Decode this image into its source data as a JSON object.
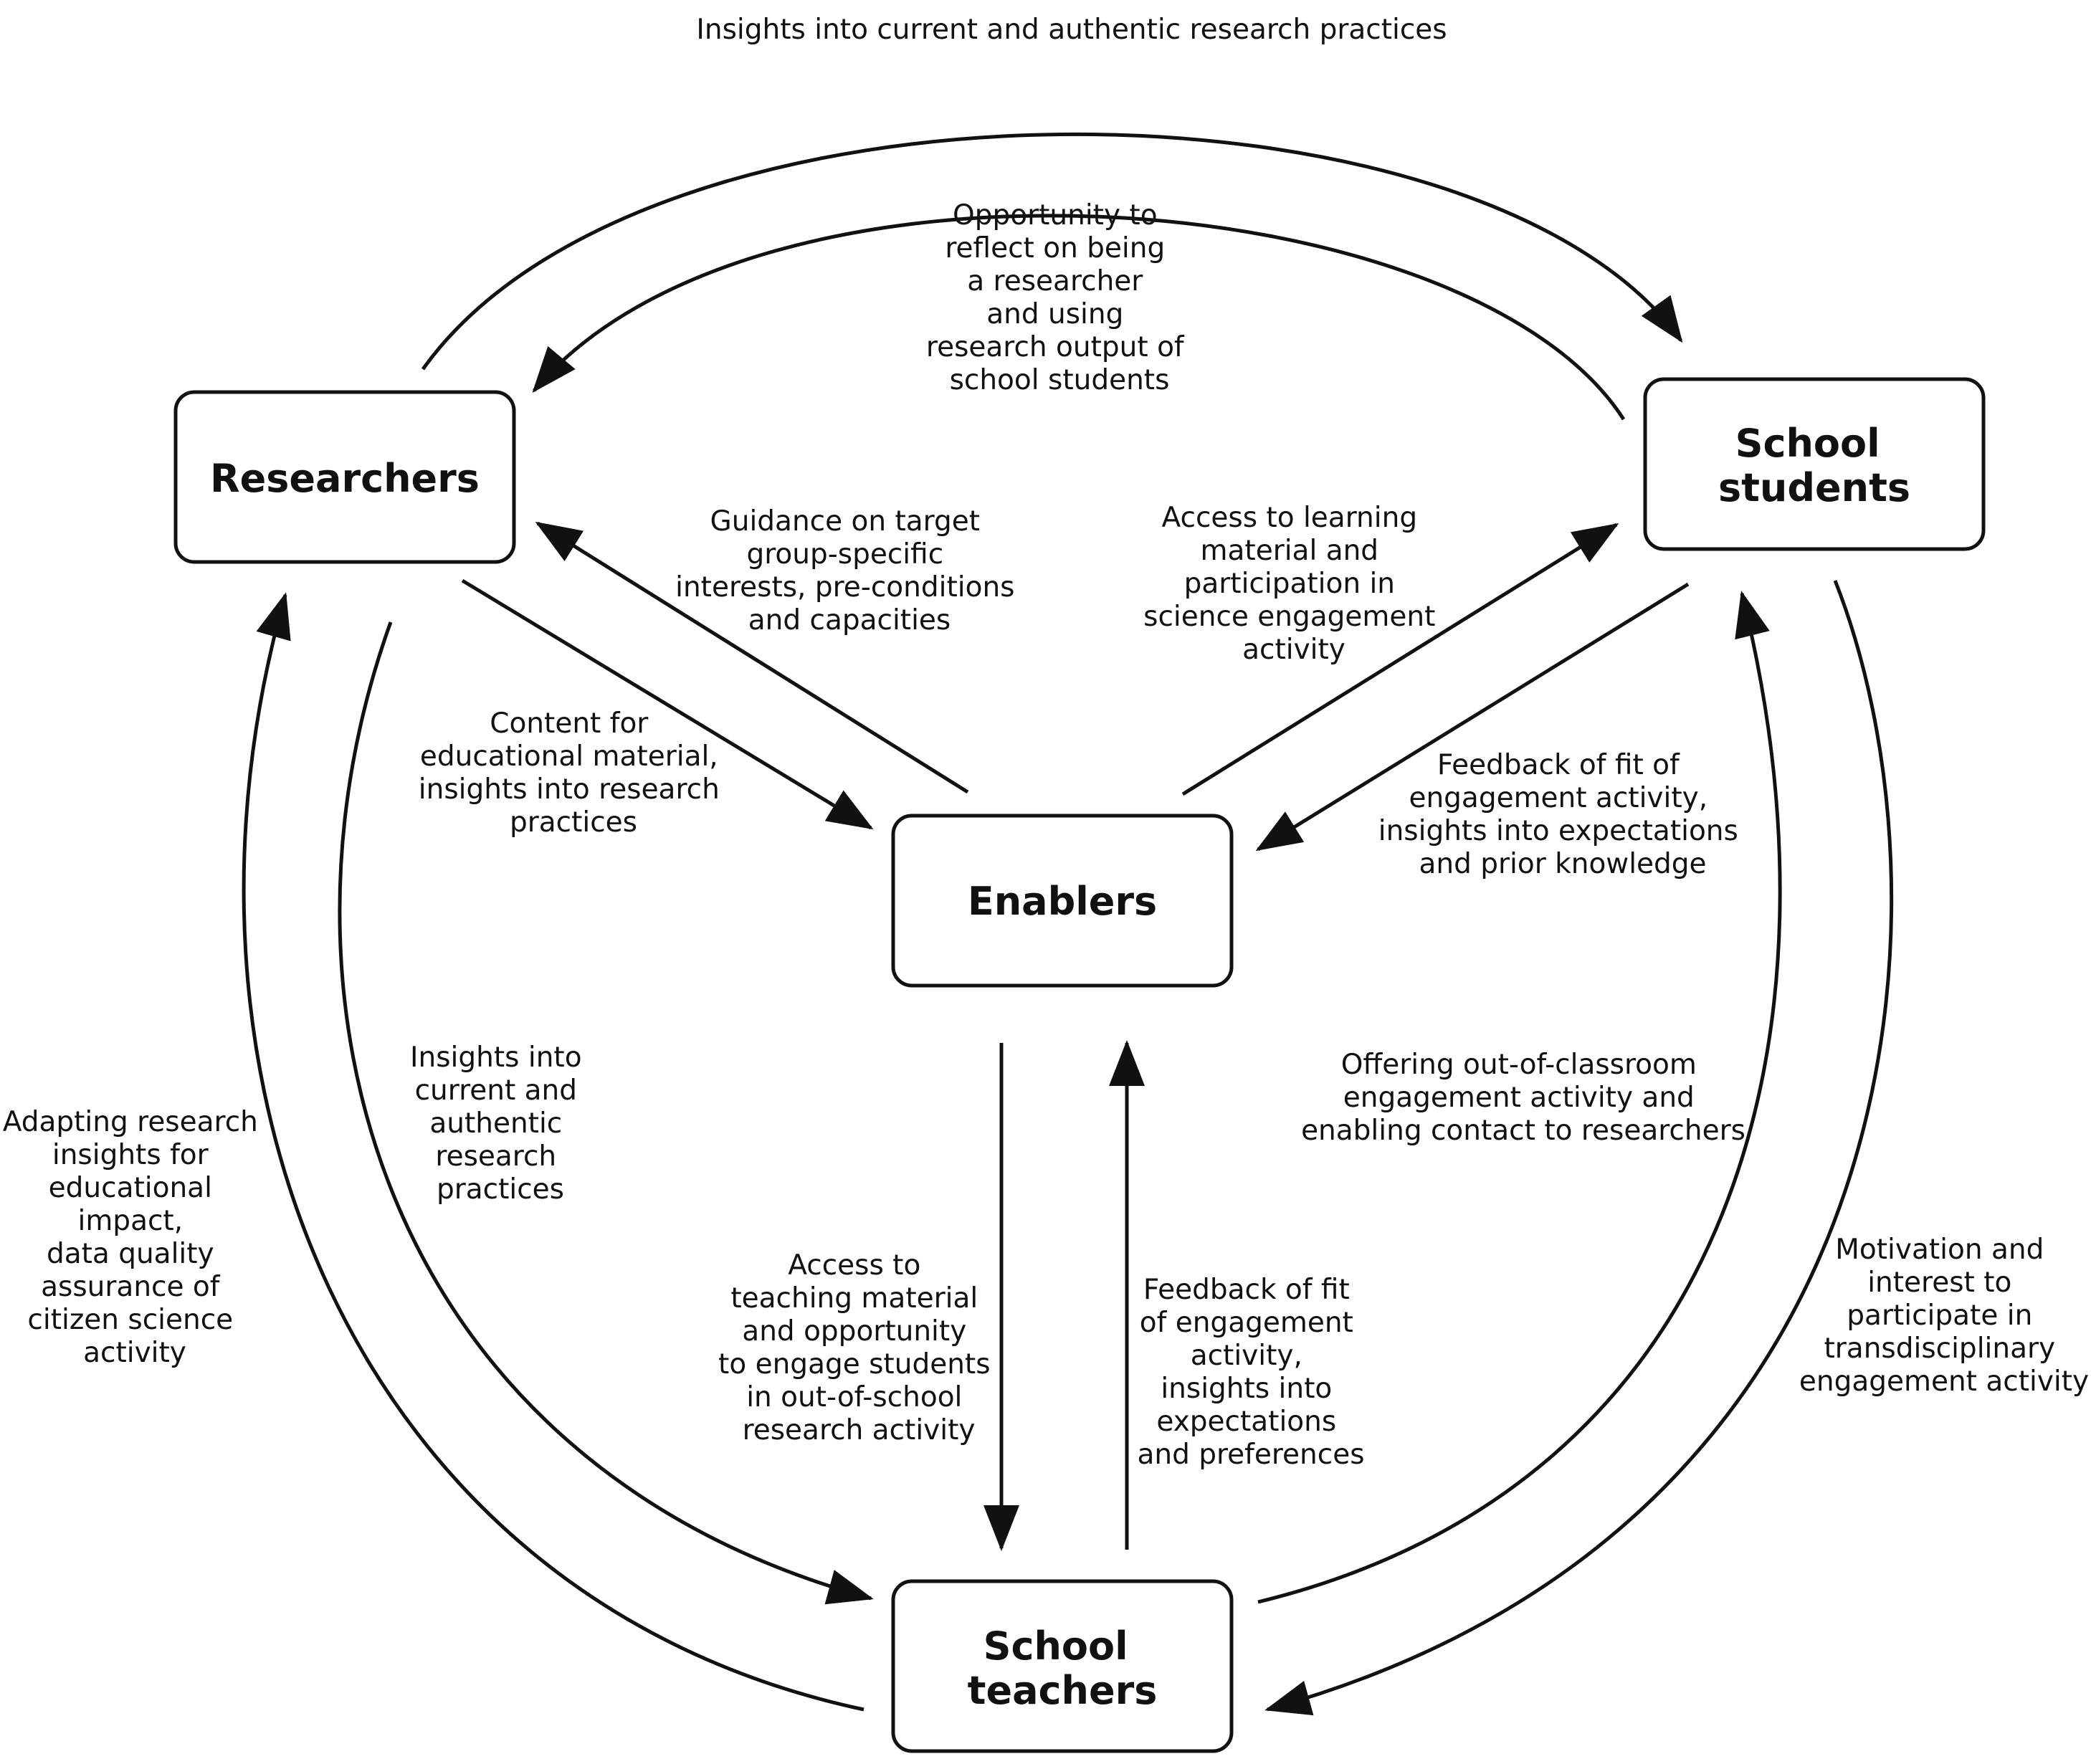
{
  "nodes": {
    "researchers": [
      "Researchers"
    ],
    "students": [
      "School",
      "students"
    ],
    "enablers": [
      "Enablers"
    ],
    "teachers": [
      "School",
      "teachers"
    ]
  },
  "edges": {
    "researchers_to_students_outer": [
      "Insights into current and authentic research practices"
    ],
    "students_to_researchers_inner": [
      "Opportunity to",
      "reflect on being",
      "a researcher",
      "and using",
      "research output of",
      "school students"
    ],
    "enablers_to_researchers": [
      "Guidance on target",
      "group-specific",
      "interests, pre-conditions",
      "and capacities"
    ],
    "enablers_to_students": [
      "Access to learning",
      "material and",
      "participation in",
      "science engagement",
      "activity"
    ],
    "researchers_to_enablers": [
      "Content for",
      "educational material,",
      "insights into research",
      "practices"
    ],
    "students_to_enablers": [
      "Feedback of fit of",
      "engagement activity,",
      "insights into expectations",
      "and prior knowledge"
    ],
    "researchers_to_teachers_inner": [
      "Insights into",
      "current and",
      "authentic",
      "research",
      "practices"
    ],
    "teachers_to_researchers_outer": [
      "Adapting research",
      "insights for",
      "educational",
      "impact,",
      "data quality",
      "assurance of",
      "citizen science",
      "activity"
    ],
    "enablers_to_teachers": [
      "Access to",
      "teaching material",
      "and opportunity",
      "to engage students",
      "in out-of-school",
      "research activity"
    ],
    "teachers_to_enablers": [
      "Feedback of fit",
      "of engagement",
      "activity,",
      "insights into",
      "expectations",
      "and preferences"
    ],
    "teachers_to_students_inner": [
      "Offering out-of-classroom",
      "engagement activity and",
      "enabling contact to researchers"
    ],
    "students_to_teachers_outer": [
      "Motivation and",
      "interest to",
      "participate in",
      "transdisciplinary",
      "engagement activity"
    ]
  }
}
